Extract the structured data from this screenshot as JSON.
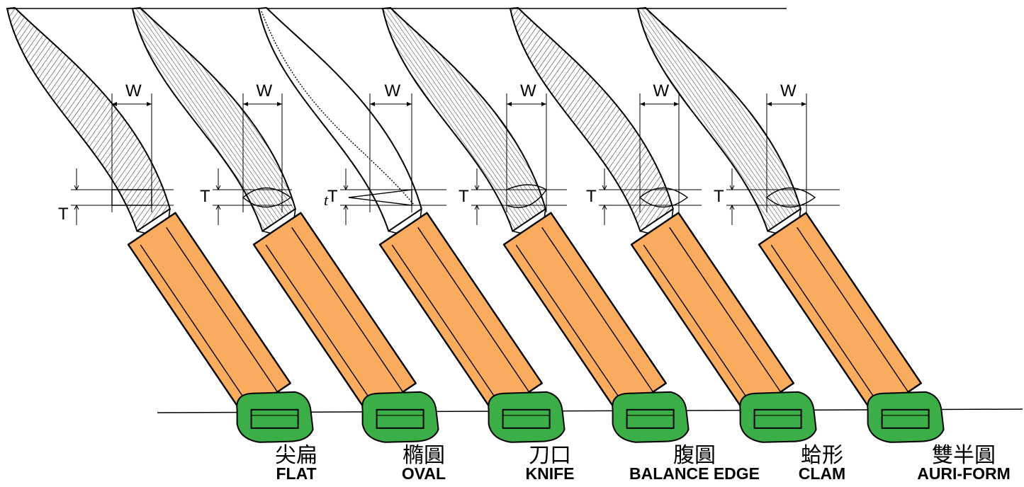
{
  "colors": {
    "handle": "#F9AB5E",
    "tip": "#3BAE47",
    "line": "#000000",
    "background": "#ffffff"
  },
  "dimension_labels": {
    "width": "W",
    "thickness": "T",
    "thin_edge": "t"
  },
  "files": [
    {
      "id": "flat",
      "name_cn": "尖扁",
      "name_en": "FLAT",
      "profile": "flat"
    },
    {
      "id": "oval",
      "name_cn": "橢圓",
      "name_en": "OVAL",
      "profile": "oval"
    },
    {
      "id": "knife",
      "name_cn": "刀口",
      "name_en": "KNIFE",
      "profile": "knife"
    },
    {
      "id": "balance-edge",
      "name_cn": "腹圓",
      "name_en": "BALANCE EDGE",
      "profile": "balance"
    },
    {
      "id": "clam",
      "name_cn": "蛤形",
      "name_en": "CLAM",
      "profile": "clam"
    },
    {
      "id": "auri-form",
      "name_cn": "雙半圓",
      "name_en": "AURI-FORM",
      "profile": "auri"
    }
  ]
}
